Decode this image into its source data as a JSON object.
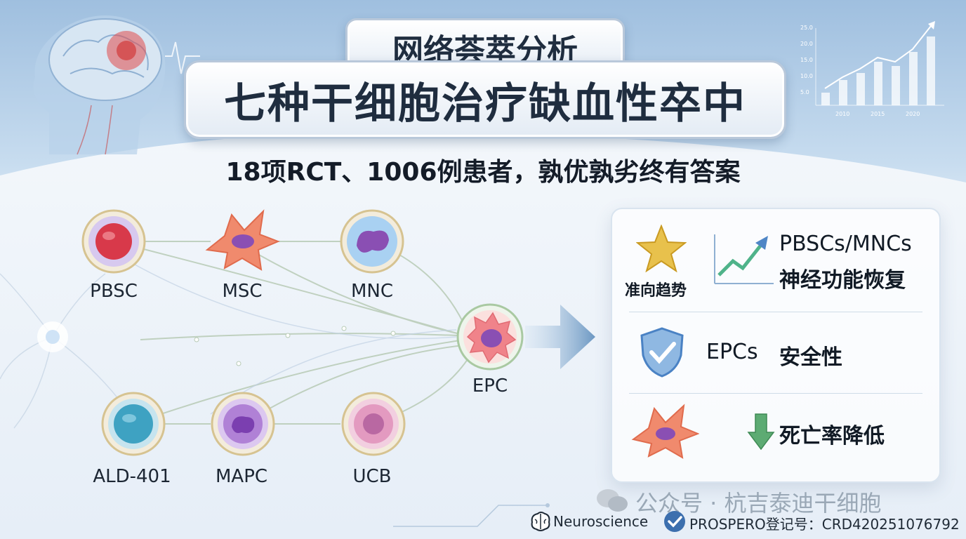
{
  "header": {
    "top_title": "网络荟萃分析",
    "main_title": "七种干细胞治疗缺血性卒中",
    "subtitle": "18项RCT、1006例患者，孰优孰劣终有答案"
  },
  "mini_chart": {
    "y_ticks": [
      "25.0",
      "20.0",
      "15.0",
      "10.0",
      "5.0"
    ],
    "x_ticks": [
      "2010",
      "2015",
      "2020"
    ]
  },
  "cells": {
    "pbsc": "PBSC",
    "msc": "MSC",
    "mnc": "MNC",
    "epc": "EPC",
    "ald401": "ALD-401",
    "mapc": "MAPC",
    "ucb": "UCB"
  },
  "results": {
    "trend_label": "准向趋势",
    "row1_title": "PBSCs/MNCs",
    "row1_desc": "神经功能恢复",
    "row2_title": "EPCs",
    "row2_desc": "安全性",
    "row3_desc": "死亡率降低"
  },
  "footer": {
    "watermark": "公众号 · 杭吉泰迪干细胞",
    "neuroscience": "Neuroscience",
    "prospero": "PROSPERO登记号：CRD420251076792"
  },
  "colors": {
    "title_text": "#1f2d3f",
    "arrow_blue": "#7aa3c8",
    "check_blue": "#4a82c4",
    "down_green": "#5dab73"
  }
}
